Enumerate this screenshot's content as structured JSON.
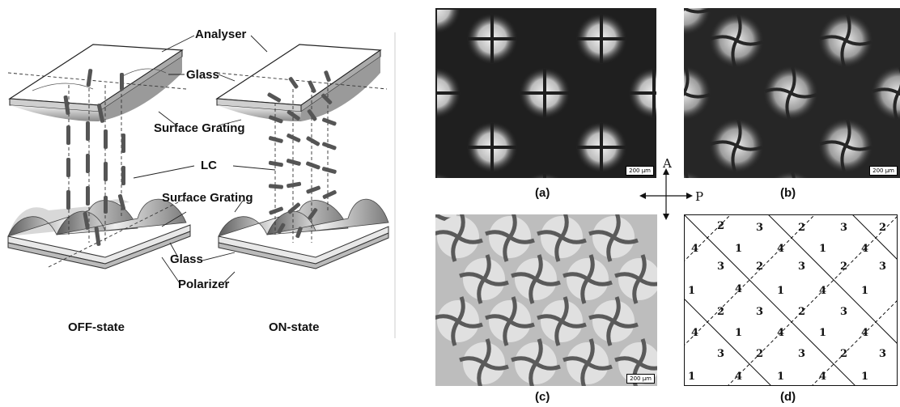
{
  "schematic": {
    "labels": {
      "analyser": "Analyser",
      "glass_top": "Glass",
      "surface_grating_top": "Surface Grating",
      "lc": "LC",
      "surface_grating_bottom": "Surface Grating",
      "glass_bottom": "Glass",
      "polarizer": "Polarizer"
    },
    "states": {
      "off": "OFF-state",
      "on": "ON-state"
    }
  },
  "micrographs": {
    "panels": [
      {
        "caption": "(a)",
        "scale": "200 μm"
      },
      {
        "caption": "(b)",
        "scale": "200 μm"
      },
      {
        "caption": "(c)",
        "scale": "200 μm"
      },
      {
        "caption": "(d)"
      }
    ],
    "axes": {
      "analyser": "A",
      "polarizer": "P"
    },
    "domain_map": {
      "numbers": [
        "2",
        "3",
        "2",
        "3",
        "2",
        "4",
        "1",
        "4",
        "1",
        "4",
        "3",
        "2",
        "3",
        "2",
        "3",
        "1",
        "4",
        "1",
        "4",
        "1",
        "2",
        "3",
        "2",
        "3",
        "4",
        "1",
        "4",
        "1",
        "4",
        "3",
        "2",
        "3",
        "2",
        "3",
        "1",
        "4",
        "1",
        "4",
        "1"
      ]
    }
  }
}
